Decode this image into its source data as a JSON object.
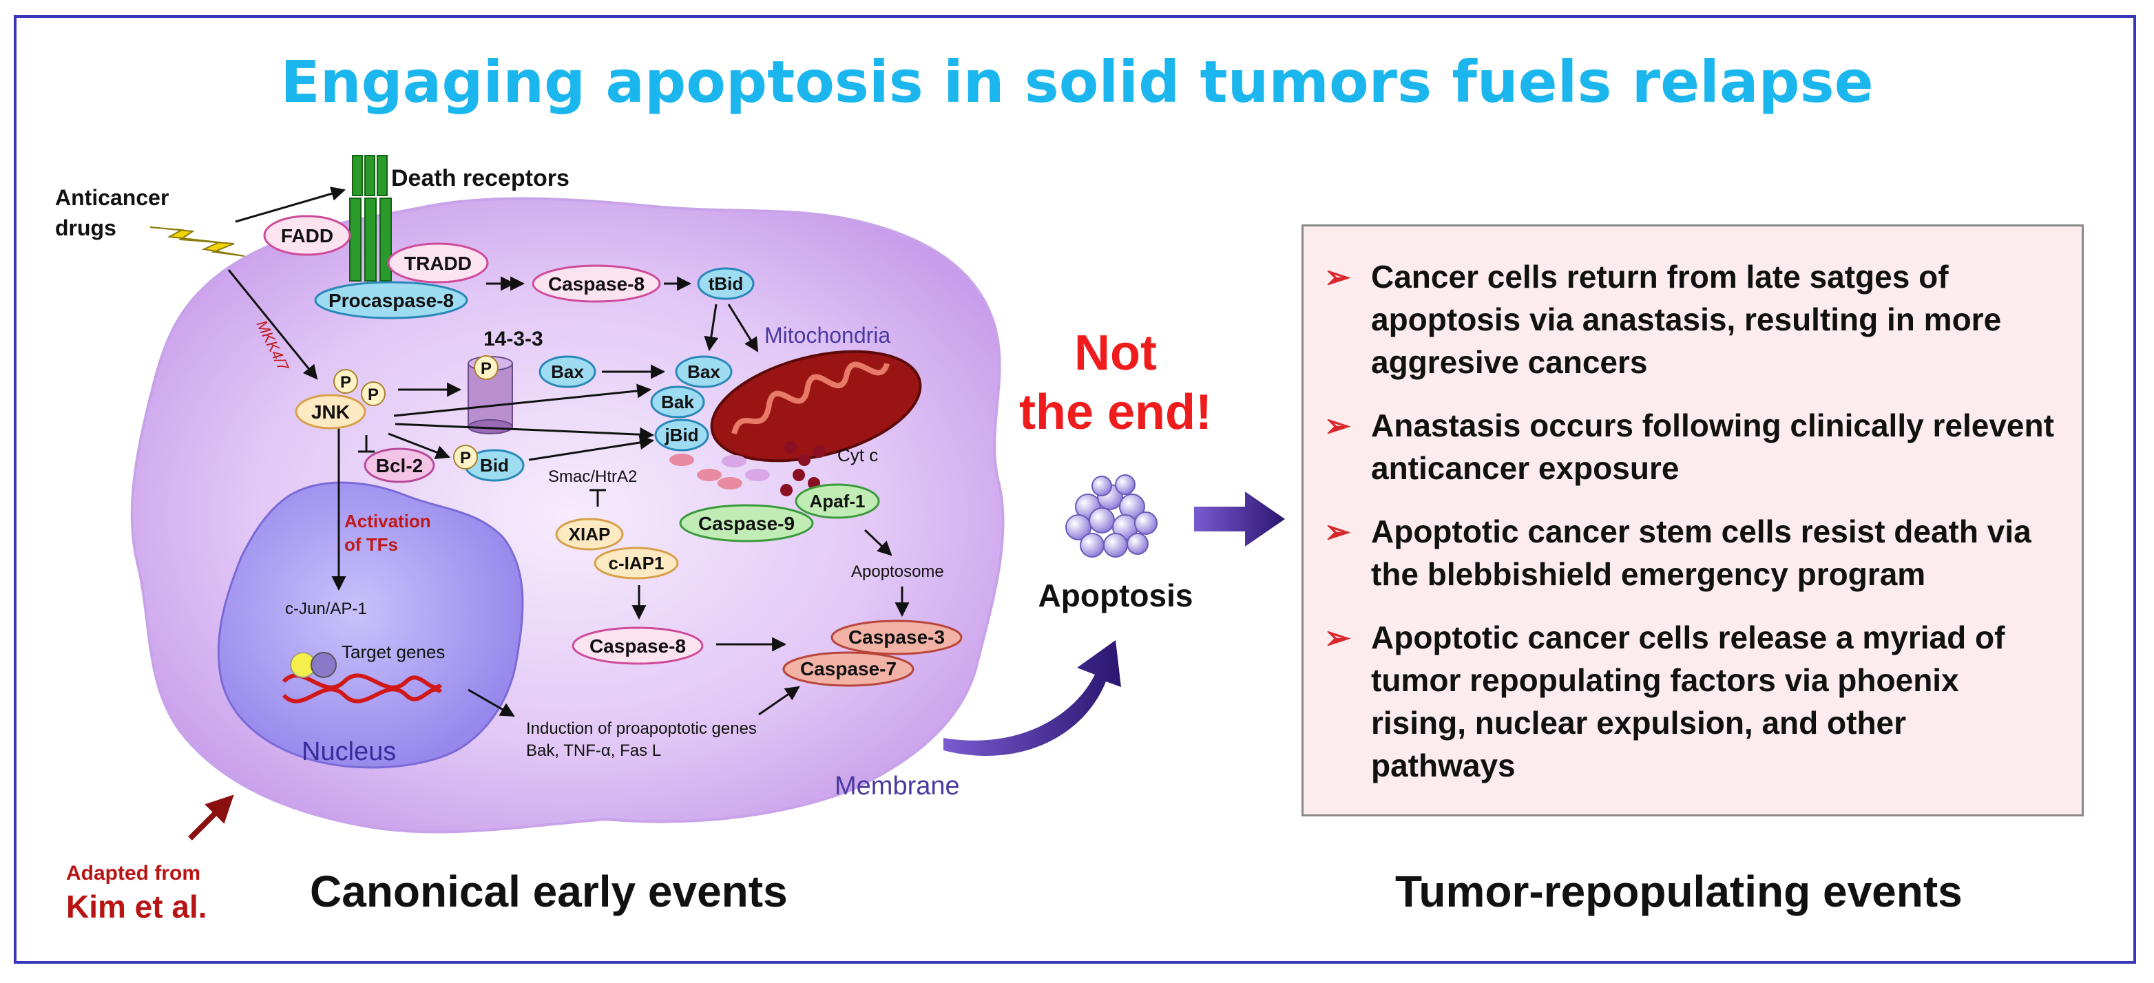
{
  "title": "Engaging apoptosis in solid tumors fuels relapse",
  "colors": {
    "title": "#1cb6ee",
    "frame": "#3a36b8",
    "cell": "#d9b8f2",
    "nucleus": "#a89af0",
    "highlight_red": "#ee1c1c",
    "bullet_red": "#d8262a",
    "box_bg": "#fcecee"
  },
  "diagram": {
    "stimulus": {
      "line1": "Anticancer",
      "line2": "drugs"
    },
    "death_receptors": "Death receptors",
    "mkk": "MKK4/7",
    "molecules": {
      "fadd": "FADD",
      "tradd": "TRADD",
      "procaspase8": "Procaspase-8",
      "caspase8_top": "Caspase-8",
      "tbid": "tBid",
      "p14_3_3": "14-3-3",
      "p": "P",
      "bax_a": "Bax",
      "bax_b": "Bax",
      "bak": "Bak",
      "jbid": "jBid",
      "jnk": "JNK",
      "bcl2": "Bcl-2",
      "bid": "Bid",
      "smac": "Smac/HtrA2",
      "xiap": "XIAP",
      "ciap1": "c-IAP1",
      "caspase9": "Caspase-9",
      "apaf1": "Apaf-1",
      "cytc": "Cyt c",
      "apoptosome": "Apoptosome",
      "caspase8_bottom": "Caspase-8",
      "caspase3": "Caspase-3",
      "caspase7": "Caspase-7"
    },
    "compartments": {
      "mitochondria": "Mitochondria",
      "nucleus": "Nucleus",
      "membrane": "Membrane"
    },
    "nuclear": {
      "activation_line1": "Activation",
      "activation_line2": "of TFs",
      "cjun": "c-Jun/AP-1",
      "target_genes": "Target genes"
    },
    "induction": {
      "line1": "Induction of proapoptotic genes",
      "line2": "Bak, TNF-α, Fas L"
    }
  },
  "not_the_end": {
    "line1": "Not",
    "line2": "the end!"
  },
  "apoptosis_label": "Apoptosis",
  "info_points": [
    "Cancer cells return from late satges of apoptosis via anastasis, resulting in more aggresive cancers",
    "Anastasis occurs following clinically relevent anticancer exposure",
    "Apoptotic cancer stem cells resist death via the blebbishield emergency program",
    "Apoptotic cancer cells release a myriad of tumor repopulating factors via phoenix rising, nuclear expulsion, and other pathways"
  ],
  "bullet_glyph": "➢",
  "captions": {
    "left": "Canonical early events",
    "right": "Tumor-repopulating events"
  },
  "credit": {
    "line1": "Adapted from",
    "line2": "Kim et al."
  }
}
